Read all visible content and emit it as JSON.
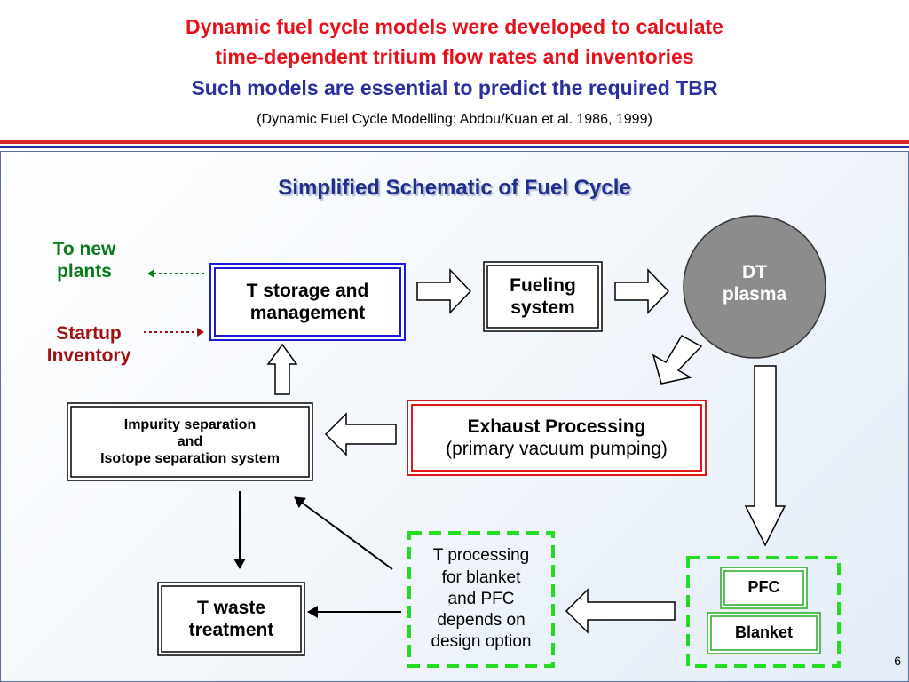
{
  "header": {
    "line1": "Dynamic fuel cycle models were developed to calculate",
    "line2": "time-dependent tritium flow rates and inventories",
    "line3": "Such models are essential to predict the required TBR",
    "citation": "(Dynamic Fuel Cycle Modelling: Abdou/Kuan et al. 1986, 1999)"
  },
  "diagram": {
    "title": "Simplified Schematic of Fuel Cycle",
    "side_labels": {
      "to_new_plants": [
        "To new",
        "plants"
      ],
      "startup_inventory": [
        "Startup",
        "Inventory"
      ]
    },
    "boxes": {
      "t_storage": [
        "T storage and",
        "management"
      ],
      "fueling": [
        "Fueling",
        "system"
      ],
      "dt_plasma": [
        "DT",
        "plasma"
      ],
      "exhaust_title": "Exhaust Processing",
      "exhaust_sub": "(primary vacuum pumping)",
      "impurity": [
        "Impurity separation",
        "and",
        "Isotope separation system"
      ],
      "t_processing": [
        "T processing",
        "for blanket",
        "and PFC",
        "depends on",
        "design option"
      ],
      "pfc": "PFC",
      "blanket": "Blanket",
      "t_waste": [
        "T waste",
        "treatment"
      ]
    }
  },
  "page_number": "6",
  "colors": {
    "header_red": "#e8101a",
    "header_blue": "#2b2f9e",
    "title_blue": "#1f2f8c",
    "green_text": "#0a7a1a",
    "dark_red_text": "#a01010",
    "storage_border": "#1a1ad6",
    "exhaust_border": "#e01818",
    "green_dash": "#22dd22",
    "plasma_fill": "#8c8c8c"
  }
}
